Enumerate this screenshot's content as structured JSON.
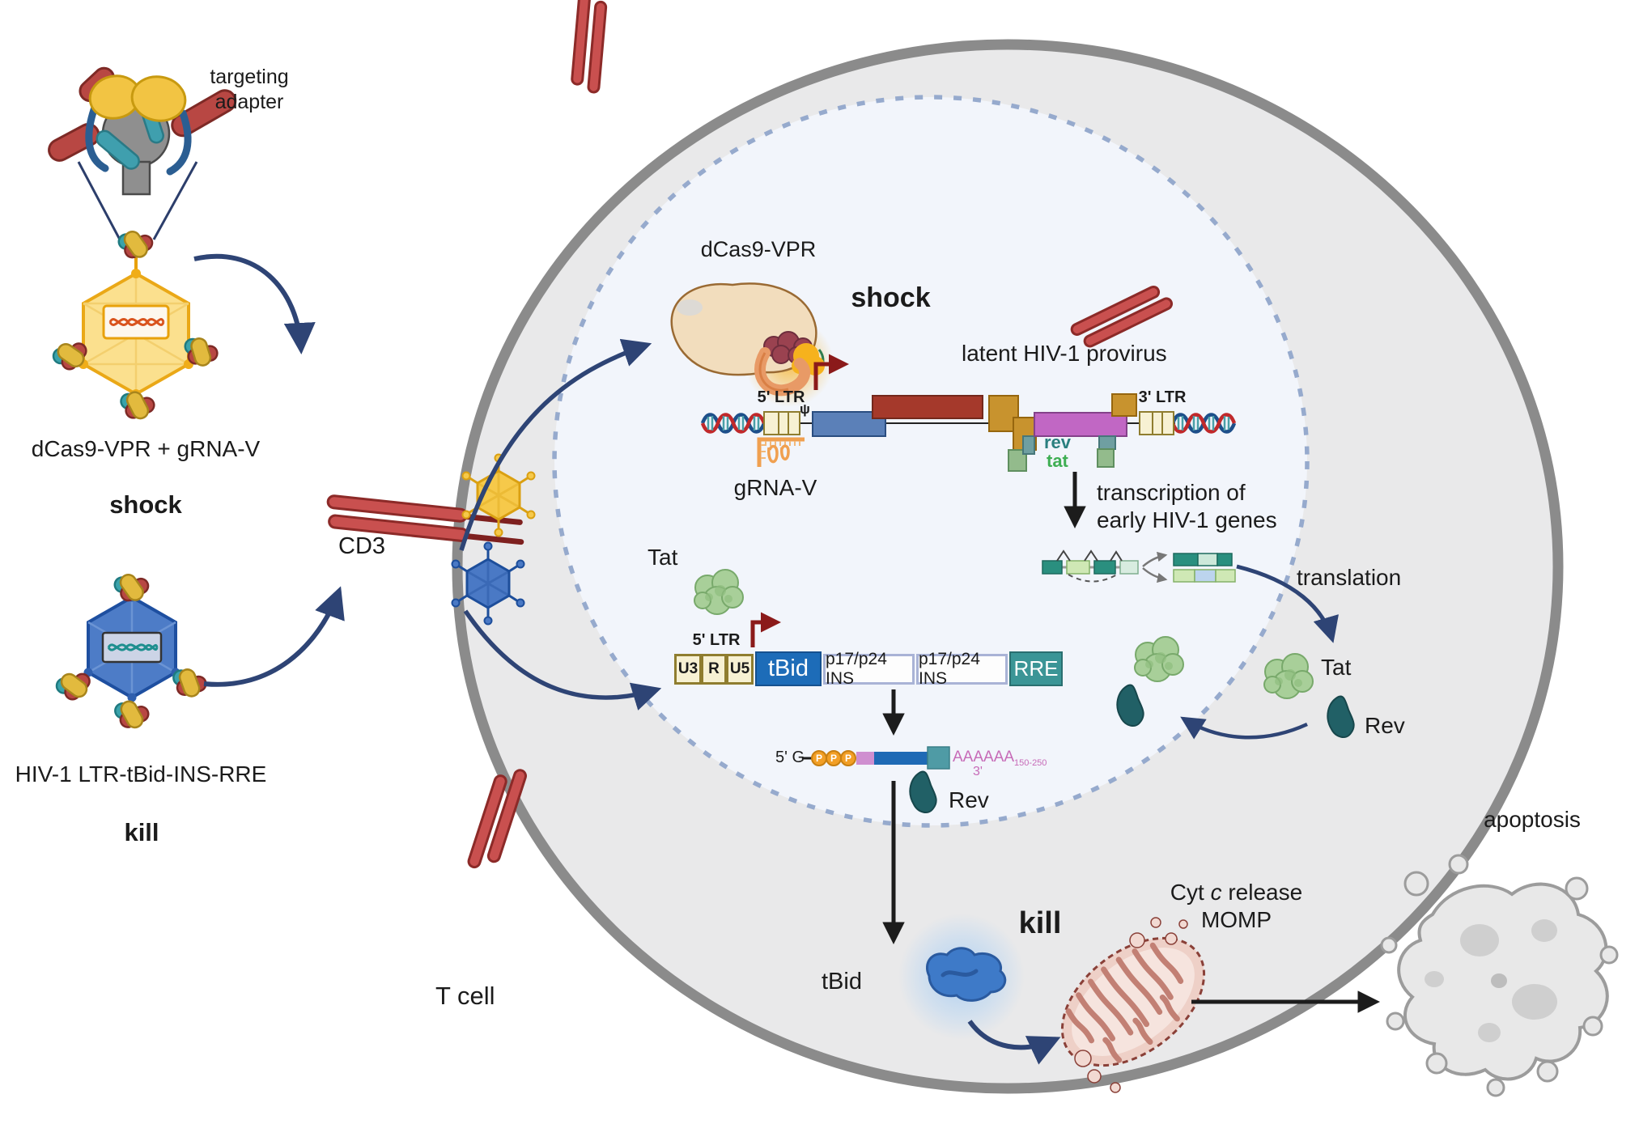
{
  "palette": {
    "arrow_navy": "#2e4475",
    "promoter_red": "#8b1a1a",
    "rev_teal": "#2a7f7f",
    "tat_green": "#3fae53",
    "tbid_blue": "#1d6cb8",
    "rre_teal": "#3b9596",
    "polya_pink": "#c76bb8",
    "cell_fill": "#e9e9ea",
    "nucleus_fill": "#f2f5fb"
  },
  "left_panel": {
    "adapter_label": "targeting adapter",
    "shock_vector_label": "dCas9-VPR + gRNA-V",
    "shock_word": "shock",
    "kill_vector_label": "HIV-1 LTR-tBid-INS-RRE",
    "kill_word": "kill",
    "cd3": "CD3"
  },
  "cell": {
    "label": "T cell"
  },
  "nucleus": {
    "dcas9_label": "dCas9-VPR",
    "shock_title": "shock",
    "provirus_title": "latent HIV-1 provirus",
    "ltr5": "5' LTR",
    "psi": "ψ",
    "rev_gene": "rev",
    "tat_gene": "tat",
    "ltr3": "3' LTR",
    "grna": "gRNA-V",
    "transcription_1": "transcription of",
    "transcription_2": "early HIV-1 genes",
    "tat_label": "Tat",
    "rev_label": "Rev"
  },
  "construct": {
    "ltr5": "5' LTR",
    "u3": "U3",
    "r": "R",
    "u5": "U5",
    "tbid": "tBid",
    "ins1": "p17/p24 INS",
    "ins2": "p17/p24 INS",
    "rre": "RRE"
  },
  "mrna": {
    "cap": "5' G",
    "p": "P",
    "polya": "AAAAAA",
    "polya_sub": "150-250",
    "end3": "3'"
  },
  "cytoplasm": {
    "translation": "translation",
    "tat_label": "Tat",
    "rev_label": "Rev",
    "tbid_label": "tBid",
    "kill_title": "kill",
    "cytc_1": "Cyt",
    "cytc_2": "c",
    "cytc_3": "release",
    "momp": "MOMP",
    "apoptosis": "apoptosis"
  }
}
